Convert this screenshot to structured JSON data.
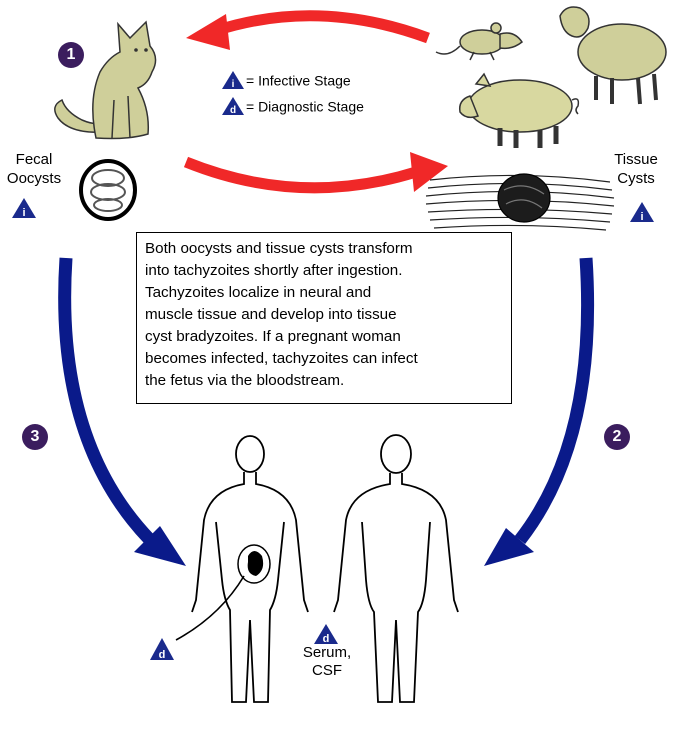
{
  "legend": {
    "infective": {
      "badge": "i",
      "text": "= Infective Stage"
    },
    "diagnostic": {
      "badge": "d",
      "text": "= Diagnostic Stage"
    }
  },
  "steps": [
    "1",
    "2",
    "3"
  ],
  "labels": {
    "fecal_line1": "Fecal",
    "fecal_line2": "Oocysts",
    "tissue_line1": "Tissue",
    "tissue_line2": "Cysts",
    "serum_line1": "Serum,",
    "serum_line2": "CSF"
  },
  "badges": {
    "i": "i",
    "d": "d"
  },
  "description": [
    "Both oocysts and tissue cysts transform",
    "into tachyzoites shortly after ingestion.",
    "Tachyzoites localize in neural and",
    "muscle tissue and develop into tissue",
    "cyst bradyzoites. If a pregnant woman",
    "becomes infected, tachyzoites can infect",
    "the fetus via the bloodstream."
  ],
  "colors": {
    "red_arrow": "#f02828",
    "blue_arrow": "#0a1a8a",
    "step_circle": "#3b1d5e",
    "badge_triangle": "#1a2a8c",
    "animal_fill": "#cfcf9a",
    "pig_fill": "#d8d8a0"
  }
}
